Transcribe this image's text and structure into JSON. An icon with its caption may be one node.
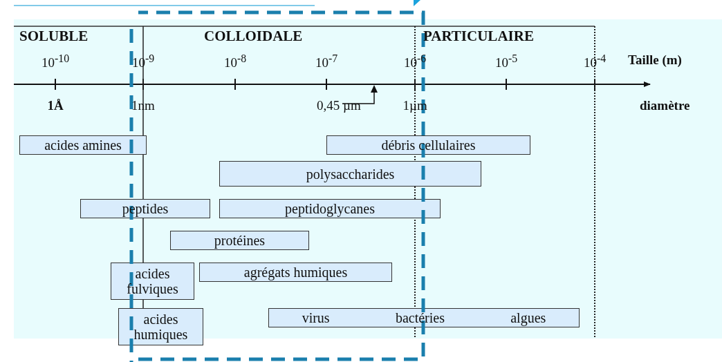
{
  "diagram": {
    "nodes": [
      {
        "text": [
          "acides amines"
        ]
      },
      {
        "text": [
          "débris cellulaires"
        ]
      },
      {
        "text": [
          "polysaccharides"
        ]
      },
      {
        "text": [
          "peptides"
        ]
      },
      {
        "text": [
          "peptidoglycanes"
        ]
      },
      {
        "text": [
          "protéines"
        ]
      },
      {
        "text": [
          "acides fulviques"
        ]
      },
      {
        "text": [
          "agrégats humiques"
        ]
      },
      {
        "text": [
          "acides humiques"
        ]
      },
      {
        "text": [
          "virus",
          "bactéries",
          "algues"
        ]
      }
    ],
    "edges": [],
    "labels": [
      "SOLUBLE",
      "COLLOIDALE",
      "PARTICULAIRE",
      "10$^{-10}$",
      "10$^{-9}$",
      "10$^{-8}$",
      "10$^{-7}$",
      "10$^{-6}$",
      "10$^{-5}$",
      "10$^{-4}$",
      "Taille (m)",
      "1Å",
      "1nm",
      "0,45 µm",
      "1µm",
      "diamètre"
    ]
  }
}
